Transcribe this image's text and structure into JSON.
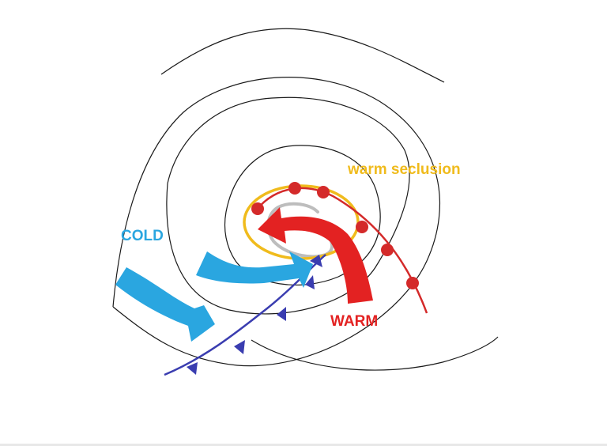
{
  "labels": {
    "warm_seclusion": "warm seclusion",
    "cold": "COLD",
    "warm": "WARM"
  },
  "colors": {
    "isobar": "#1a1a1a",
    "cold": "#2aa6e0",
    "warm": "#e32222",
    "warm_front": "#d42a2a",
    "cold_front": "#3a3db0",
    "seclusion": "#f0bb1c",
    "occlusion": "#bdbdbd",
    "background": "#ffffff"
  }
}
